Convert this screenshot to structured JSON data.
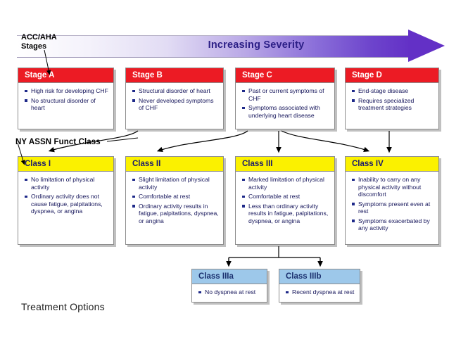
{
  "diagram": {
    "severity_arrow": {
      "title": "Increasing Severity",
      "gradient_from": "#ffffff",
      "gradient_to": "#6330c6",
      "title_color": "#2b1e86"
    },
    "row_labels": {
      "stages": "ACC/AHA\nStages",
      "stages_line1": "ACC/AHA",
      "stages_line2": "Stages",
      "functional_class": "NY ASSN Funct Class",
      "treatment": "Treatment Options"
    },
    "colors": {
      "stage_header": "#ec1b24",
      "class_header": "#fbf100",
      "subclass_header": "#9dc8ea",
      "bullet_text": "#14145a",
      "card_border": "#8d8d8d"
    },
    "stages": [
      {
        "id": "stage-a",
        "title": "Stage A",
        "items": [
          "High risk for developing CHF",
          "No structural disorder of heart"
        ]
      },
      {
        "id": "stage-b",
        "title": "Stage B",
        "items": [
          "Structural disorder of heart",
          "Never developed symptoms of CHF"
        ]
      },
      {
        "id": "stage-c",
        "title": "Stage C",
        "items": [
          "Past or current symptoms of CHF",
          "Symptoms associated with underlying heart disease"
        ]
      },
      {
        "id": "stage-d",
        "title": "Stage D",
        "items": [
          "End-stage disease",
          "Requires specialized treatment strategies"
        ]
      }
    ],
    "classes": [
      {
        "id": "class-1",
        "title": "Class I",
        "items": [
          "No limitation of physical activity",
          "Ordinary activity does not cause fatigue, palpitations, dyspnea, or angina"
        ]
      },
      {
        "id": "class-2",
        "title": "Class II",
        "items": [
          "Slight limitation of physical activity",
          "Comfortable at rest",
          "Ordinary activity results in fatigue, palpitations, dyspnea, or angina"
        ]
      },
      {
        "id": "class-3",
        "title": "Class III",
        "items": [
          "Marked limitation of physical activity",
          "Comfortable at rest",
          "Less than ordinary activity results in fatigue, palpitations, dyspnea, or angina"
        ]
      },
      {
        "id": "class-4",
        "title": "Class IV",
        "items": [
          "Inability to carry on any physical activity without discomfort",
          "Symptoms present even at rest",
          "Symptoms exacerbated by any activity"
        ]
      }
    ],
    "subclasses": [
      {
        "id": "class-3a",
        "title": "Class IIIa",
        "items": [
          "No dyspnea at rest"
        ]
      },
      {
        "id": "class-3b",
        "title": "Class IIIb",
        "items": [
          "Recent dyspnea at rest"
        ]
      }
    ]
  }
}
